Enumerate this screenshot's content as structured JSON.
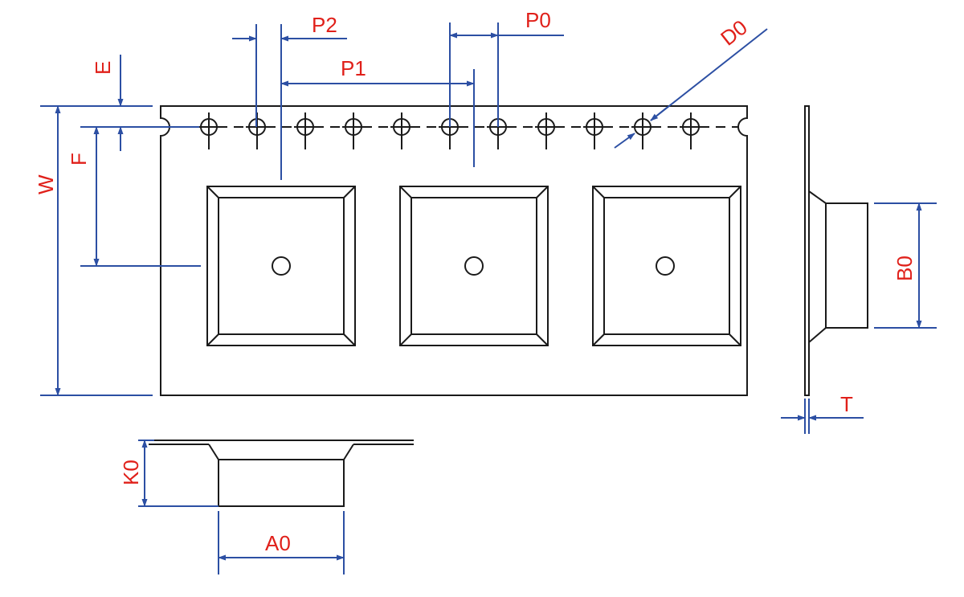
{
  "labels": {
    "p2": "P2",
    "p0": "P0",
    "p1": "P1",
    "d0": "D0",
    "e": "E",
    "f": "F",
    "w": "W",
    "b0": "B0",
    "t": "T",
    "k0": "K0",
    "a0": "A0"
  },
  "colors": {
    "outline": "#1a1a1a",
    "dimension_line": "#2c4fa3",
    "label_text": "#e0201a"
  }
}
